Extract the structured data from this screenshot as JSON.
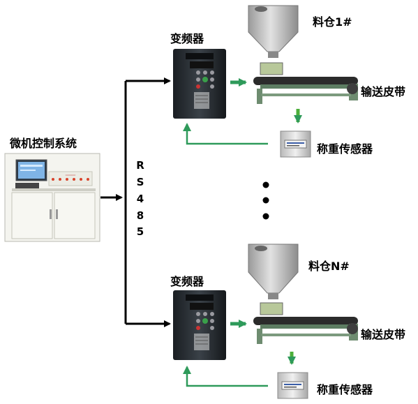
{
  "system": {
    "controller_label": "微机控制系统"
  },
  "bus": {
    "chars": [
      "R",
      "S",
      "4",
      "8",
      "5"
    ]
  },
  "branches": [
    {
      "vfd_label": "变频器",
      "bin_label": "料仓1#",
      "conveyor_label": "输送皮带",
      "sensor_label": "称重传感器"
    },
    {
      "vfd_label": "变频器",
      "bin_label": "料仓N#",
      "conveyor_label": "输送皮带",
      "sensor_label": "称重传感器"
    }
  ],
  "colors": {
    "feedback": "#2e9a5a",
    "down_arrow": "#4caf3a",
    "wire": "#000000"
  }
}
